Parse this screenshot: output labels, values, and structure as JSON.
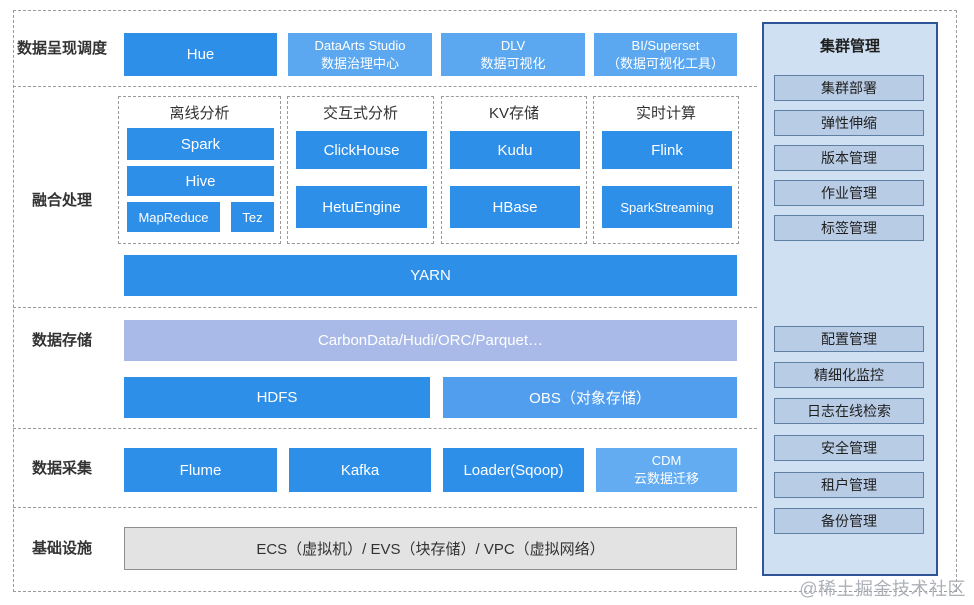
{
  "presentation": {
    "label": "数据呈现调度",
    "hue": "Hue",
    "dataarts_line1": "DataArts Studio",
    "dataarts_line2": "数据治理中心",
    "dlv_line1": "DLV",
    "dlv_line2": "数据可视化",
    "bi_line1": "BI/Superset",
    "bi_line2": "（数据可视化工具）"
  },
  "processing": {
    "label": "融合处理",
    "groups": [
      {
        "title": "离线分析",
        "items": [
          "Spark",
          "Hive",
          "MapReduce",
          "Tez"
        ]
      },
      {
        "title": "交互式分析",
        "items": [
          "ClickHouse",
          "HetuEngine"
        ]
      },
      {
        "title": "KV存储",
        "items": [
          "Kudu",
          "HBase"
        ]
      },
      {
        "title": "实时计算",
        "items": [
          "Flink",
          "SparkStreaming"
        ]
      }
    ],
    "yarn": "YARN"
  },
  "storage": {
    "label": "数据存储",
    "formats": "CarbonData/Hudi/ORC/Parquet…",
    "hdfs": "HDFS",
    "obs": "OBS（对象存储）"
  },
  "ingestion": {
    "label": "数据采集",
    "flume": "Flume",
    "kafka": "Kafka",
    "loader": "Loader(Sqoop)",
    "cdm_line1": "CDM",
    "cdm_line2": "云数据迁移"
  },
  "infrastructure": {
    "label": "基础设施",
    "ecs": "ECS（虚拟机）/ EVS（块存储）/ VPC（虚拟网络）"
  },
  "cluster": {
    "title": "集群管理",
    "buttons_top": [
      "集群部署",
      "弹性伸缩",
      "版本管理",
      "作业管理",
      "标签管理"
    ],
    "buttons_bottom": [
      "配置管理",
      "精细化监控",
      "日志在线检索",
      "安全管理",
      "租户管理",
      "备份管理"
    ]
  },
  "watermark": "@稀土掘金技术社区",
  "colors": {
    "primary_blue": "#2E8FE9",
    "light_blue": "#5BA8F1",
    "obs_blue": "#519EEF",
    "cdm_blue": "#63ACF2",
    "pale_periwinkle": "#A9BAE9",
    "infra_gray": "#E3E3E3",
    "panel_bg": "#CFE0F2",
    "panel_border": "#2F5597",
    "panel_button_bg": "#B9CCE5",
    "dashed_line": "#9B9B9B",
    "text_dark": "#333333"
  }
}
